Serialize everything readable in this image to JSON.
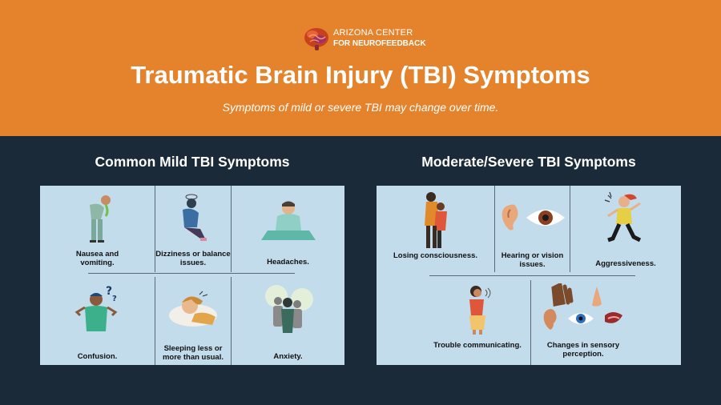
{
  "logo": {
    "line1": "ARIZONA CENTER",
    "line2": "FOR NEUROFEEDBACK",
    "icon": "brain-icon"
  },
  "title": "Traumatic Brain Injury (TBI) Symptoms",
  "subtitle": "Symptoms of mild or severe TBI may change over time.",
  "colors": {
    "header": "#e5832c",
    "background": "#1b2a38",
    "panel": "#c3dcec"
  },
  "mild": {
    "heading": "Common Mild TBI Symptoms",
    "items": [
      {
        "label": "Nausea and vomiting.",
        "icon": "nausea-person-icon"
      },
      {
        "label": "Dizziness or balance issues.",
        "icon": "dizzy-person-icon"
      },
      {
        "label": "Headaches.",
        "icon": "headache-person-icon"
      },
      {
        "label": "Confusion.",
        "icon": "confused-person-icon"
      },
      {
        "label": "Sleeping less or more than usual.",
        "icon": "sleeping-person-icon"
      },
      {
        "label": "Anxiety.",
        "icon": "anxious-person-icon"
      }
    ]
  },
  "severe": {
    "heading": "Moderate/Severe TBI Symptoms",
    "items": [
      {
        "label": "Losing consciousness.",
        "icon": "fainting-person-icon"
      },
      {
        "label": "Hearing or vision issues.",
        "icon": "ear-eye-icon"
      },
      {
        "label": "Aggressiveness.",
        "icon": "aggressive-person-icon"
      },
      {
        "label": "Trouble communicating.",
        "icon": "communicating-person-icon"
      },
      {
        "label": "Changes in sensory perception.",
        "icon": "senses-icon"
      }
    ]
  }
}
